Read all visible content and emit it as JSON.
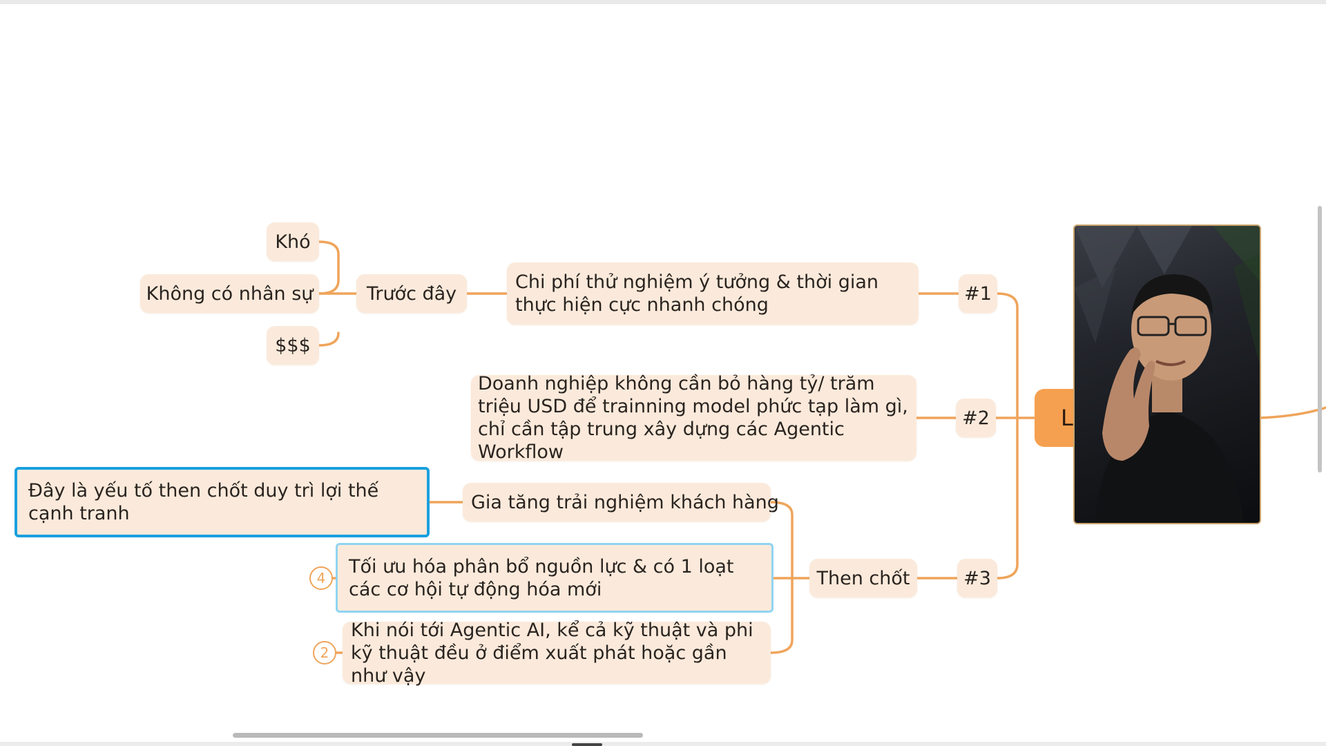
{
  "mindmap": {
    "root": {
      "label": "L"
    },
    "branch1": {
      "id": "#1",
      "main": "Chi phí thử nghiệm ý tưởng & thời gian thực hiện cực nhanh chóng",
      "sub": "Trước đây",
      "leaves": [
        "Khó",
        "Không có nhân sự",
        "$$$"
      ]
    },
    "branch2": {
      "id": "#2",
      "main": "Doanh nghiệp không cần bỏ hàng tỷ/ trăm triệu USD để trainning model phức tạp làm gì, chỉ cần tập trung xây dựng các Agentic Workflow"
    },
    "branch3": {
      "id": "#3",
      "sub": "Then chốt",
      "items": [
        {
          "text": "Gia tăng trải nghiệm khách hàng",
          "note": "Đây là yếu tố then chốt duy trì lợi thế cạnh tranh"
        },
        {
          "text": "Tối ưu hóa phân bổ nguồn lực & có 1 loạt các cơ hội tự động hóa mới",
          "badge": "4"
        },
        {
          "text": "Khi nói tới Agentic AI, kể cả kỹ thuật và phi kỹ thuật đều ở điểm xuất phát hoặc gần như vậy",
          "badge": "2"
        }
      ]
    }
  },
  "colors": {
    "node_fill": "#fbeadb",
    "connector": "#efa45a",
    "root_fill": "#f5a050",
    "selection_dark": "#1aa0df",
    "selection_light": "#8fd4f2"
  }
}
